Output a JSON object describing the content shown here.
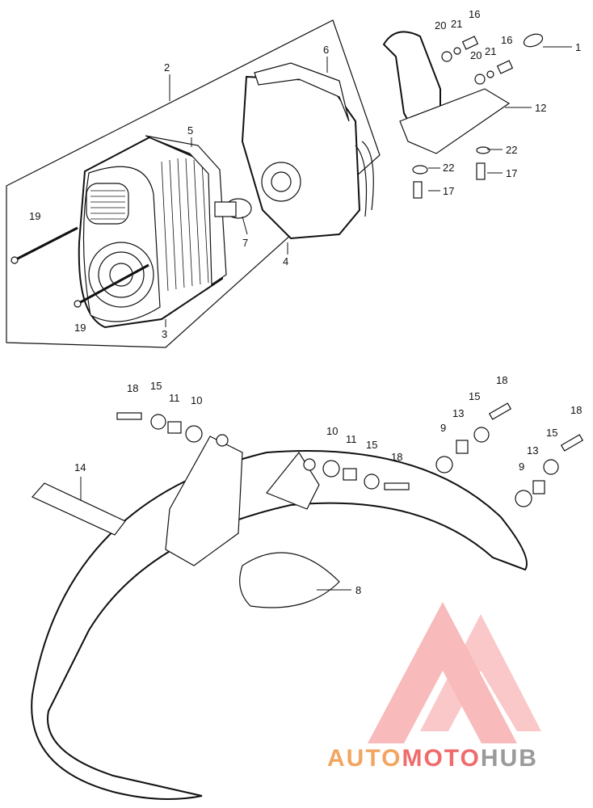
{
  "callouts": [
    {
      "id": "c1",
      "text": "1"
    },
    {
      "id": "c2",
      "text": "2"
    },
    {
      "id": "c3",
      "text": "3"
    },
    {
      "id": "c4",
      "text": "4"
    },
    {
      "id": "c5",
      "text": "5"
    },
    {
      "id": "c6",
      "text": "6"
    },
    {
      "id": "c7",
      "text": "7"
    },
    {
      "id": "c8",
      "text": "8"
    },
    {
      "id": "c9a",
      "text": "9"
    },
    {
      "id": "c9b",
      "text": "9"
    },
    {
      "id": "c10a",
      "text": "10"
    },
    {
      "id": "c10b",
      "text": "10"
    },
    {
      "id": "c11a",
      "text": "11"
    },
    {
      "id": "c11b",
      "text": "11"
    },
    {
      "id": "c12",
      "text": "12"
    },
    {
      "id": "c13a",
      "text": "13"
    },
    {
      "id": "c13b",
      "text": "13"
    },
    {
      "id": "c14",
      "text": "14"
    },
    {
      "id": "c15a",
      "text": "15"
    },
    {
      "id": "c15b",
      "text": "15"
    },
    {
      "id": "c15c",
      "text": "15"
    },
    {
      "id": "c15d",
      "text": "15"
    },
    {
      "id": "c16a",
      "text": "16"
    },
    {
      "id": "c16b",
      "text": "16"
    },
    {
      "id": "c17a",
      "text": "17"
    },
    {
      "id": "c17b",
      "text": "17"
    },
    {
      "id": "c18a",
      "text": "18"
    },
    {
      "id": "c18b",
      "text": "18"
    },
    {
      "id": "c18c",
      "text": "18"
    },
    {
      "id": "c18d",
      "text": "18"
    },
    {
      "id": "c19a",
      "text": "19"
    },
    {
      "id": "c19b",
      "text": "19"
    },
    {
      "id": "c20a",
      "text": "20"
    },
    {
      "id": "c20b",
      "text": "20"
    },
    {
      "id": "c21a",
      "text": "21"
    },
    {
      "id": "c21b",
      "text": "21"
    },
    {
      "id": "c22a",
      "text": "22"
    },
    {
      "id": "c22b",
      "text": "22"
    }
  ],
  "watermark": {
    "part1": "AUTO",
    "part2": "MOTO",
    "part3": "HUB",
    "colors": {
      "auto": "#f2a560",
      "moto": "#f06b6b",
      "hub": "#9a9a9a",
      "logo": "#f08080"
    }
  }
}
